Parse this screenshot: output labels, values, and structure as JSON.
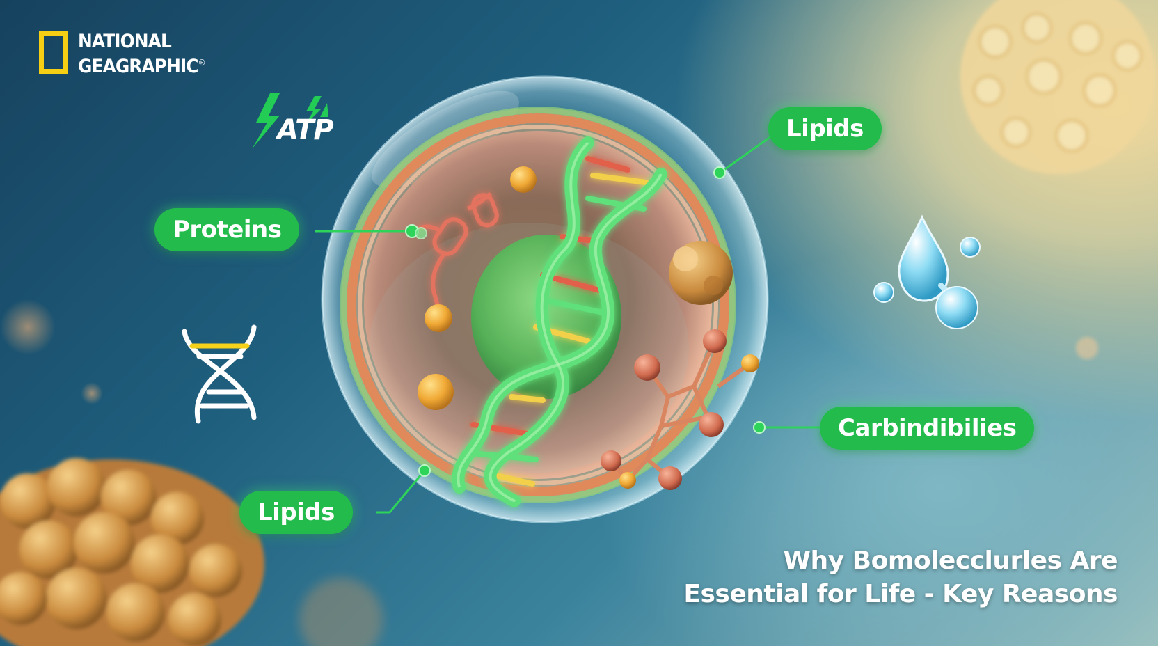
{
  "brand": {
    "line1": "NATIONAL",
    "line2": "GEAGRAPHIC",
    "reg": "®",
    "frame_color": "#f6cf14"
  },
  "atp": {
    "label": "ATP",
    "accent": "#22cc55"
  },
  "labels": {
    "lipids_top": "Lipids",
    "proteins": "Proteins",
    "carbohydrates": "Carbindibilies",
    "lipids_bottom": "Lipids"
  },
  "headline": {
    "line1": "Why Bomolecclurles Are",
    "line2": "Essential for Life - Key Reasons"
  },
  "colors": {
    "label_green": "#22bb4c",
    "membrane_orange": "#e08a5c",
    "dna_green": "#5ee07a"
  }
}
